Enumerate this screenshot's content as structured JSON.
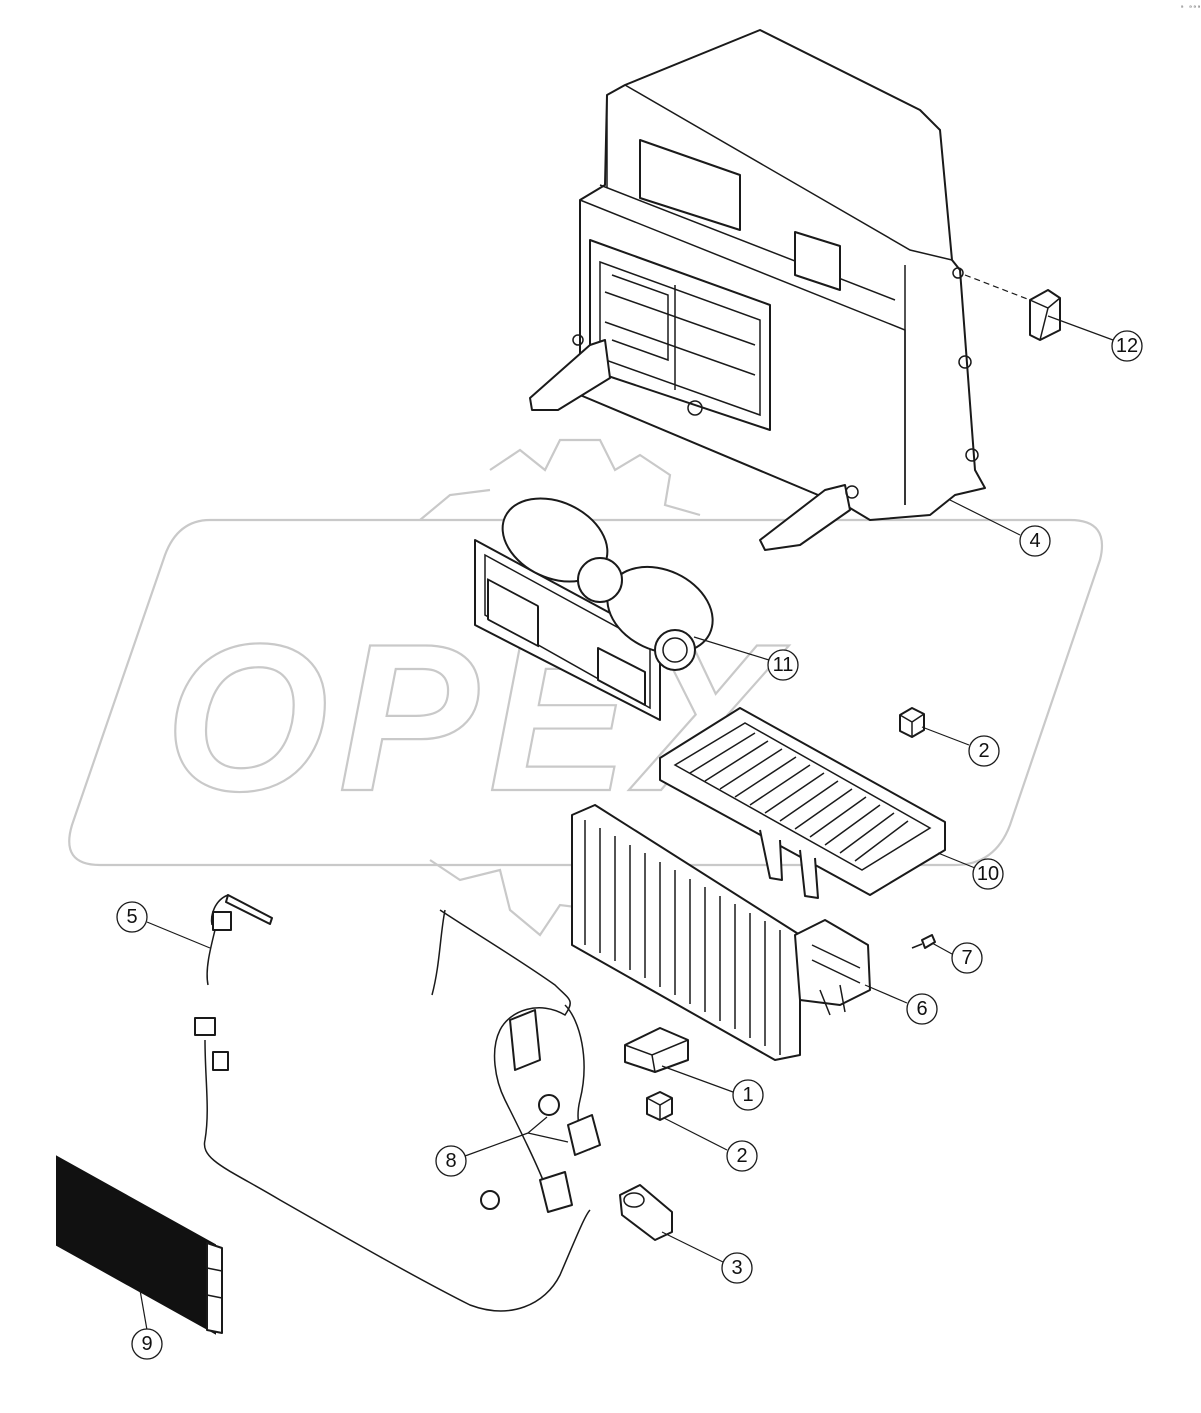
{
  "watermark": {
    "text": "OPEX"
  },
  "corner_mark": "ᵃ ᵃᵃᵃ",
  "callouts": [
    {
      "id": "c1",
      "label": "1"
    },
    {
      "id": "c2a",
      "label": "2"
    },
    {
      "id": "c2b",
      "label": "2"
    },
    {
      "id": "c3",
      "label": "3"
    },
    {
      "id": "c4",
      "label": "4"
    },
    {
      "id": "c5",
      "label": "5"
    },
    {
      "id": "c6",
      "label": "6"
    },
    {
      "id": "c7",
      "label": "7"
    },
    {
      "id": "c8",
      "label": "8"
    },
    {
      "id": "c9",
      "label": "9"
    },
    {
      "id": "c10",
      "label": "10"
    },
    {
      "id": "c11",
      "label": "11"
    },
    {
      "id": "c12",
      "label": "12"
    }
  ]
}
